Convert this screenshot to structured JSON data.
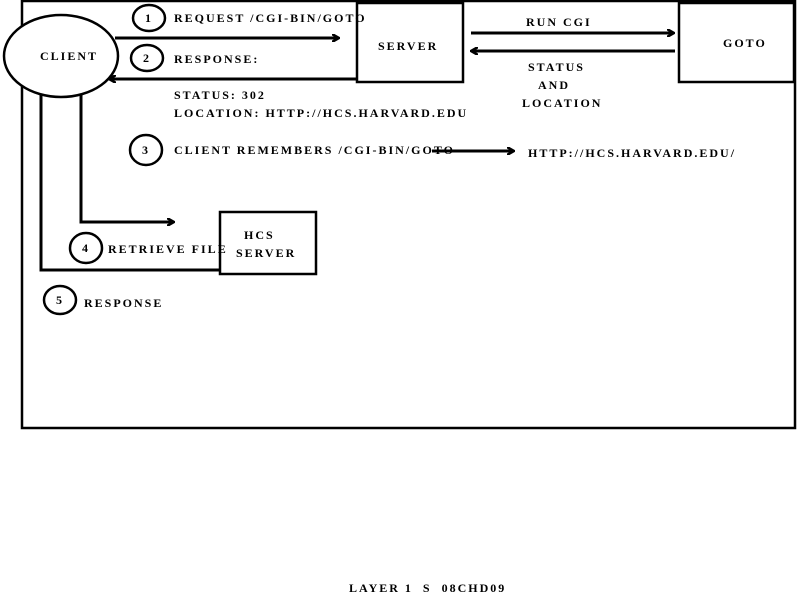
{
  "diagram": {
    "client": "CLIENT",
    "server": "SERVER",
    "goto": "GOTO",
    "hcs_server_line1": "HCS",
    "hcs_server_line2": "SERVER",
    "run_cgi": "RUN CGI",
    "status_and_location": [
      "STATUS",
      "AND",
      "LOCATION"
    ],
    "steps": [
      {
        "num": "1",
        "label": "REQUEST /CGI-BIN/GOTO"
      },
      {
        "num": "2",
        "label": "RESPONSE:"
      },
      {
        "num": "3",
        "label": "CLIENT REMEMBERS /CGI-BIN/GOTO",
        "target": "HTTP://HCS.HARVARD.EDU/"
      },
      {
        "num": "4",
        "label": "RETRIEVE FILE"
      },
      {
        "num": "5",
        "label": "RESPONSE"
      }
    ],
    "response_status": "STATUS: 302",
    "response_location": "LOCATION: HTTP://HCS.HARVARD.EDU"
  },
  "footer": "LAYER 1  S  08CHD09"
}
